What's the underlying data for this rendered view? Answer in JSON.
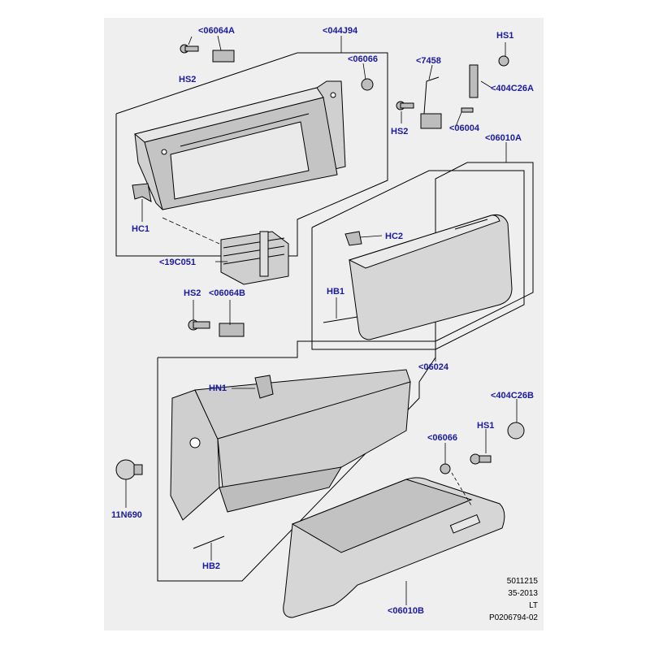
{
  "callouts": {
    "c06064a_top": "<06064A",
    "hs2_top": "HS2",
    "c044j94": "<044J94",
    "c06066_top": "<06066",
    "c7458": "<7458",
    "hs1_top": "HS1",
    "c404c26a": "<404C26A",
    "hs2_right": "HS2",
    "c06004": "<06004",
    "c06010a": "<06010A",
    "hc1": "HC1",
    "hc2": "HC2",
    "c19c051": "<19C051",
    "hs2_mid": "HS2",
    "c06064b": "<06064B",
    "hb1": "HB1",
    "c06024": "<06024",
    "hn1": "HN1",
    "c404c26b": "<404C26B",
    "hs1_mid": "HS1",
    "c06066_low": "<06066",
    "c11n690": "11N690",
    "hb2": "HB2",
    "c06010b": "<06010B"
  },
  "reference": {
    "line1": "5011215",
    "line2": "35-2013",
    "line3": "LT",
    "line4": "P0206794-02"
  },
  "colors": {
    "background": "#efefef",
    "callout_text": "#1a1a9e",
    "line": "#000000",
    "part_fill": "#d6d6d6"
  }
}
